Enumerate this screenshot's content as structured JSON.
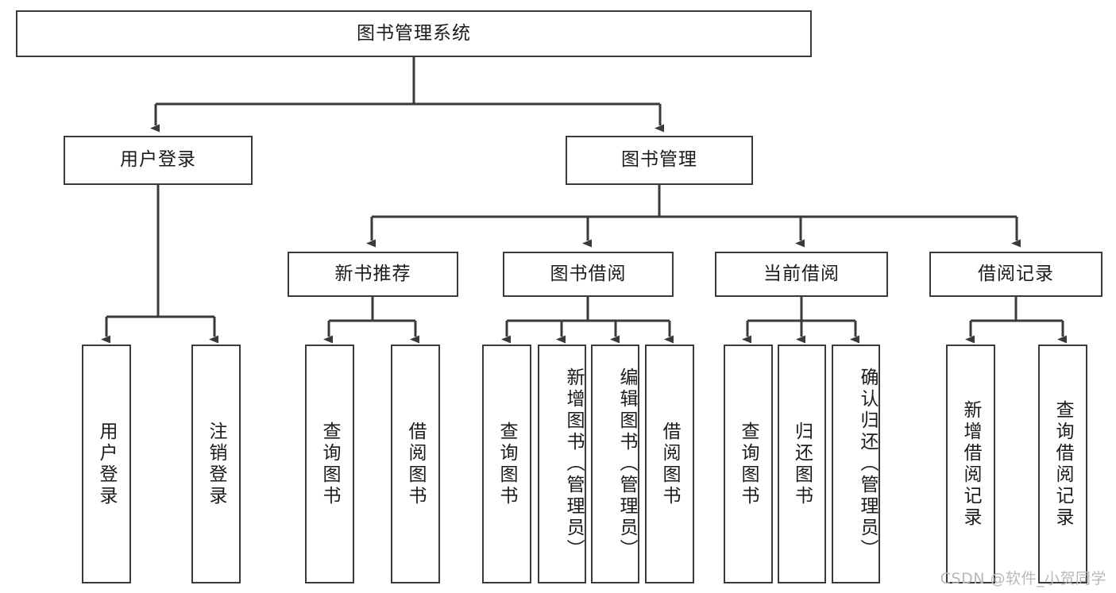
{
  "diagram": {
    "title_node": {
      "label": "图书管理系统"
    },
    "level2": [
      {
        "id": "user-login",
        "label": "用户登录"
      },
      {
        "id": "book-management",
        "label": "图书管理"
      }
    ],
    "level3": [
      {
        "id": "new-book-recommend",
        "label": "新书推荐"
      },
      {
        "id": "book-borrow",
        "label": "图书借阅"
      },
      {
        "id": "current-borrow",
        "label": "当前借阅"
      },
      {
        "id": "borrow-record",
        "label": "借阅记录"
      }
    ],
    "leaves": [
      {
        "id": "leaf-user-login",
        "label": "用户登录",
        "parent": "user-login"
      },
      {
        "id": "leaf-logout-login",
        "label": "注销登录",
        "parent": "user-login"
      },
      {
        "id": "leaf-query-book-1",
        "label": "查询图书",
        "parent": "new-book-recommend"
      },
      {
        "id": "leaf-borrow-book-1",
        "label": "借阅图书",
        "parent": "new-book-recommend"
      },
      {
        "id": "leaf-query-book-2",
        "label": "查询图书",
        "parent": "book-borrow"
      },
      {
        "id": "leaf-add-book",
        "label": "新增图书（管理员）",
        "parent": "book-borrow"
      },
      {
        "id": "leaf-edit-book",
        "label": "编辑图书（管理员）",
        "parent": "book-borrow"
      },
      {
        "id": "leaf-borrow-book-2",
        "label": "借阅图书",
        "parent": "book-borrow"
      },
      {
        "id": "leaf-query-book-3",
        "label": "查询图书",
        "parent": "current-borrow"
      },
      {
        "id": "leaf-return-book",
        "label": "归还图书",
        "parent": "current-borrow"
      },
      {
        "id": "leaf-confirm-return",
        "label": "确认归还（管理员）",
        "parent": "current-borrow"
      },
      {
        "id": "leaf-add-record",
        "label": "新增借阅记录",
        "parent": "borrow-record"
      },
      {
        "id": "leaf-query-record",
        "label": "查询借阅记录",
        "parent": "borrow-record"
      }
    ],
    "watermark": "CSDN @软件_小贺同学",
    "colors": {
      "stroke": "#3a3a3a",
      "background": "#ffffff",
      "text": "#1b1b1b",
      "watermark": "#b9b9b9"
    }
  }
}
